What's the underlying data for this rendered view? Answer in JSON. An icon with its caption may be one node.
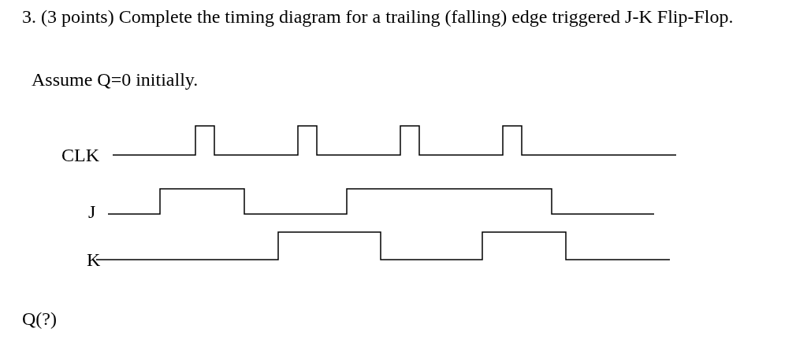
{
  "diagram": {
    "title": "3. (3 points) Complete the timing diagram for a trailing (falling) edge triggered J-K Flip-Flop.",
    "labels": [
      "Assume Q=0 initially.",
      "CLK",
      "J",
      "K",
      "Q(?)"
    ]
  }
}
